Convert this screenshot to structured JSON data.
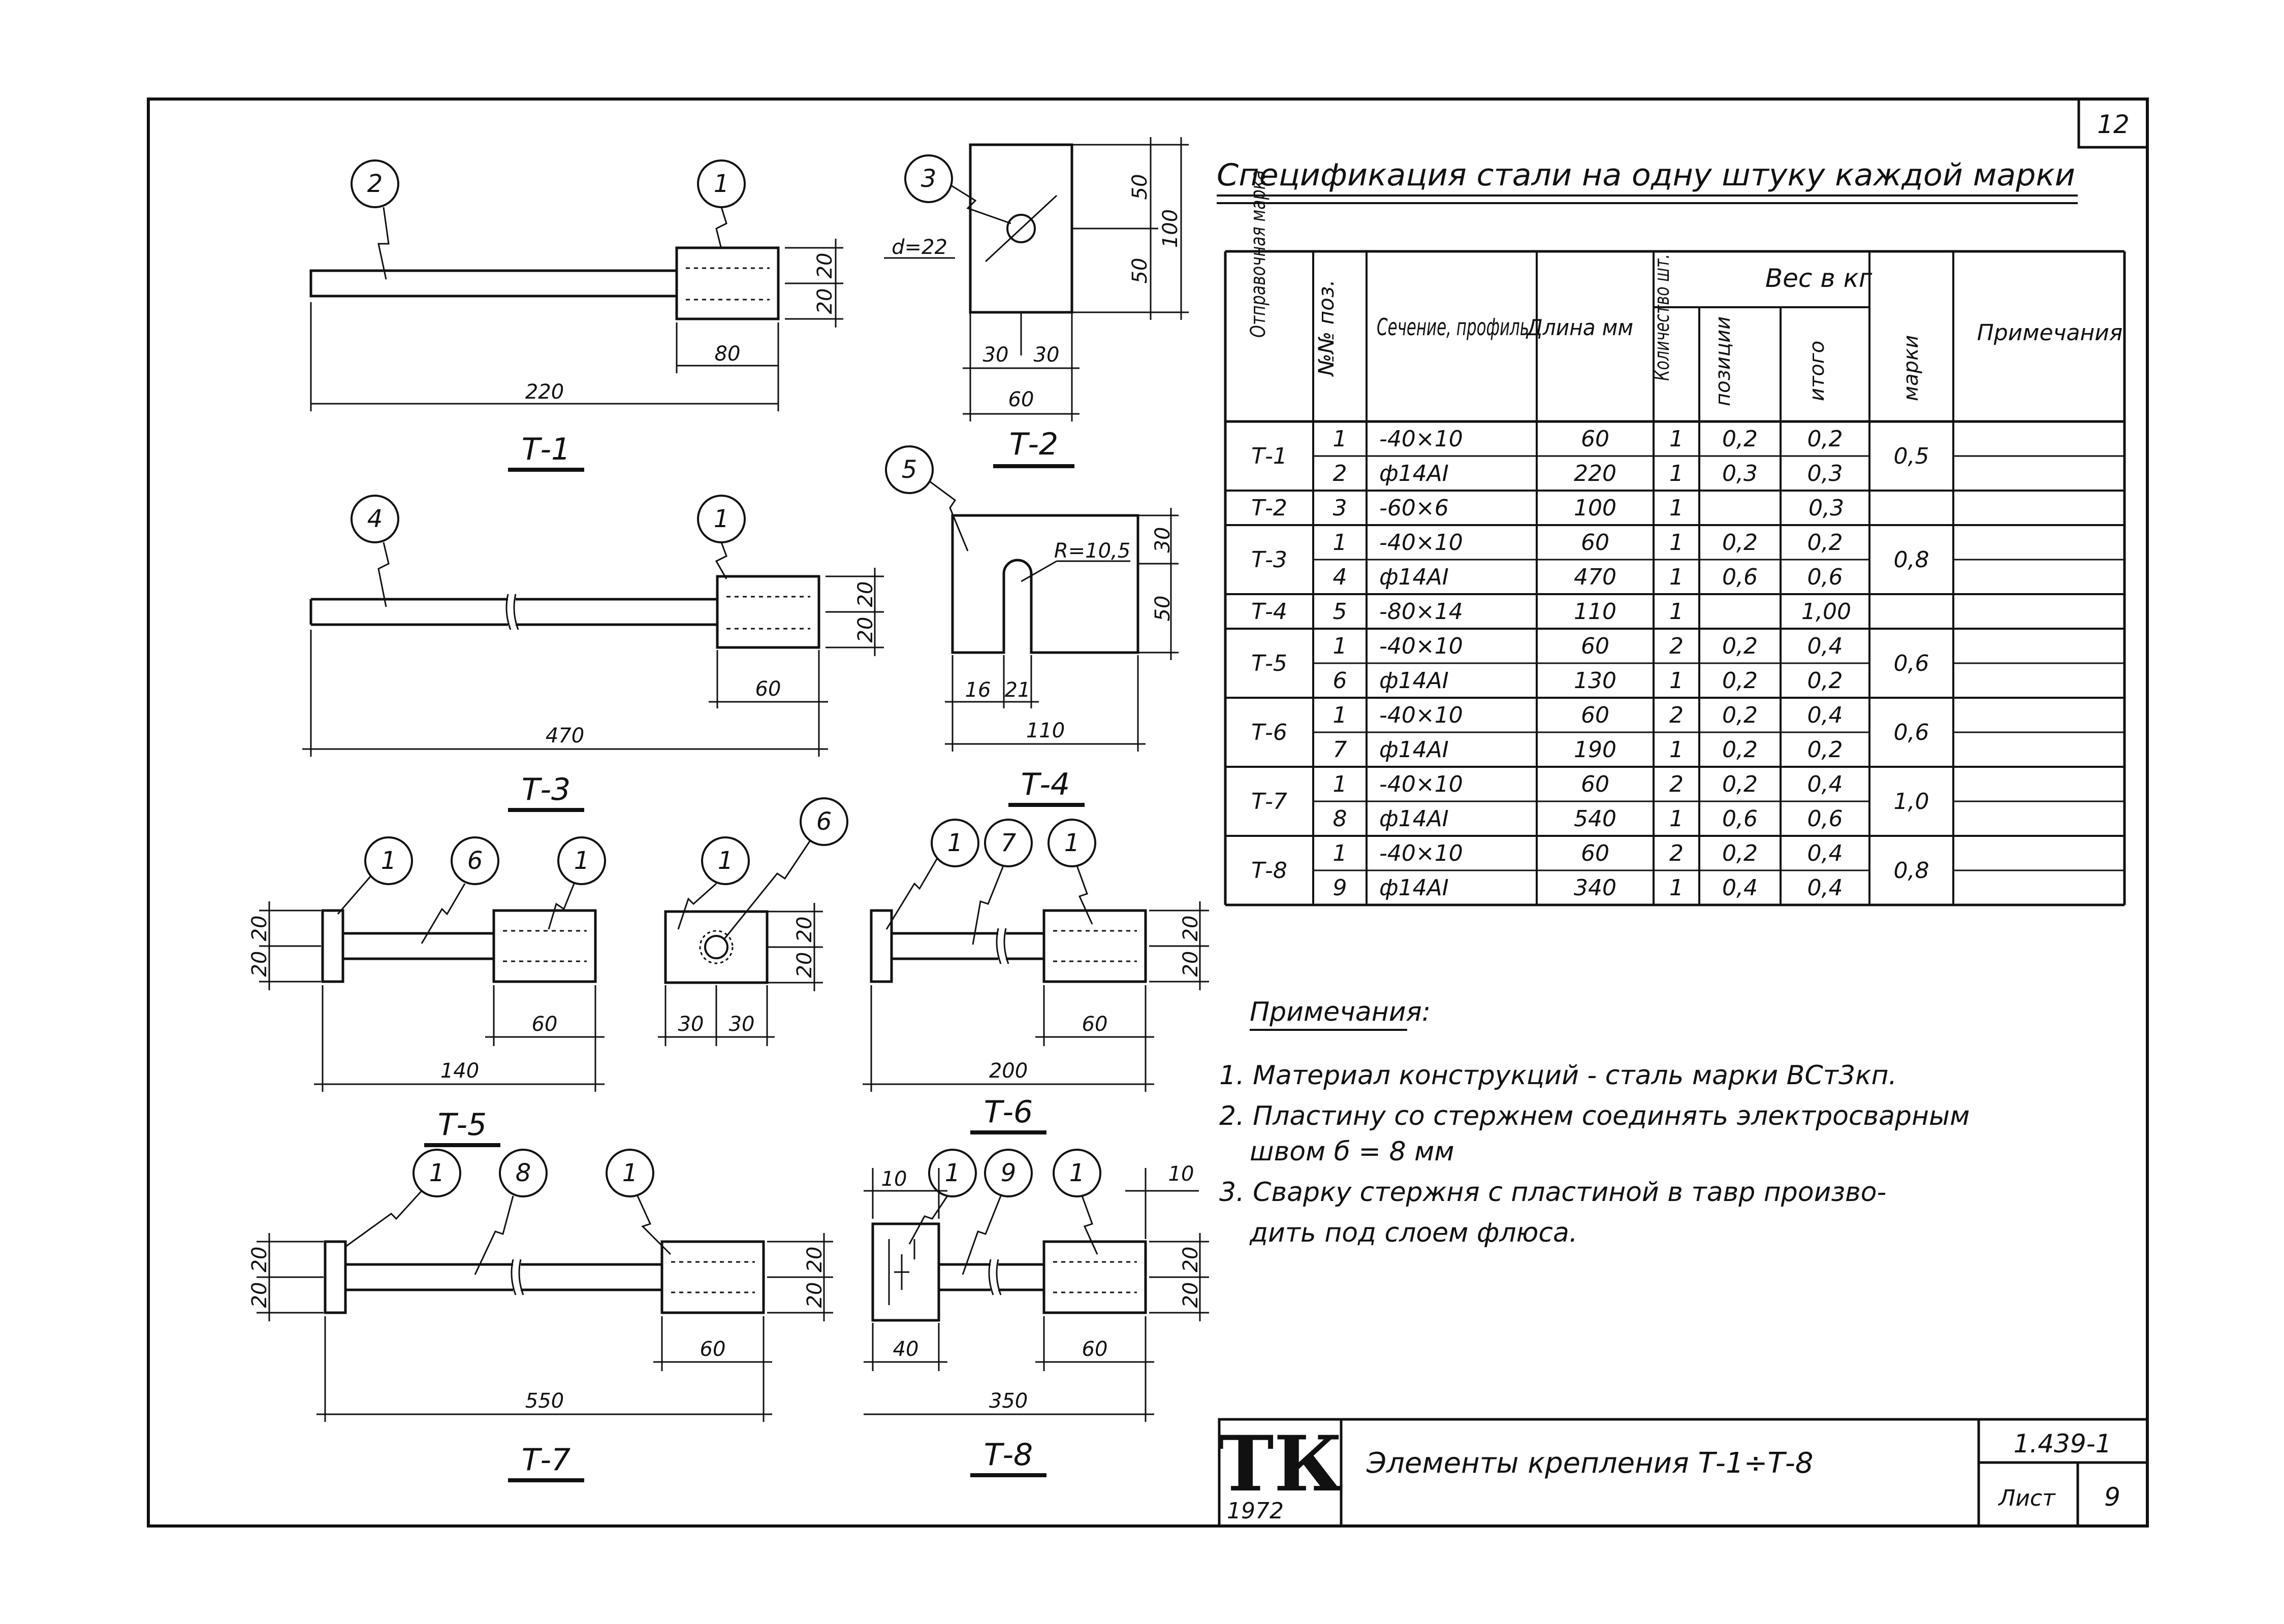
{
  "sheet": {
    "number": "12",
    "series": "1.439-1",
    "list_label": "Лист",
    "list_number": "9",
    "logo": "ТК",
    "year": "1972",
    "title": "Элементы крепления Т-1÷Т-8"
  },
  "spec": {
    "title": "Спецификация стали на одну штуку каждой марки",
    "headers": {
      "mark": "Отправочная марка",
      "pos": "№№ поз.",
      "section": "Сечение, профиль",
      "length": "Длина мм",
      "qty": "Количество шт.",
      "weight": "Вес в кг",
      "w_pos": "позиции",
      "w_sum": "итого",
      "w_mark": "марки",
      "notes": "Примечания"
    },
    "groups": [
      {
        "mark": "Т-1",
        "total": "0,5",
        "rows": [
          {
            "pos": "1",
            "section": "-40×10",
            "length": "60",
            "qty": "1",
            "wpos": "0,2",
            "wsum": "0,2"
          },
          {
            "pos": "2",
            "section": "ф14АI",
            "length": "220",
            "qty": "1",
            "wpos": "0,3",
            "wsum": "0,3"
          }
        ]
      },
      {
        "mark": "Т-2",
        "total": "0,3",
        "merged": true,
        "rows": [
          {
            "pos": "3",
            "section": "-60×6",
            "length": "100",
            "qty": "1"
          }
        ]
      },
      {
        "mark": "Т-3",
        "total": "0,8",
        "rows": [
          {
            "pos": "1",
            "section": "-40×10",
            "length": "60",
            "qty": "1",
            "wpos": "0,2",
            "wsum": "0,2"
          },
          {
            "pos": "4",
            "section": "ф14АI",
            "length": "470",
            "qty": "1",
            "wpos": "0,6",
            "wsum": "0,6"
          }
        ]
      },
      {
        "mark": "Т-4",
        "total": "1,00",
        "merged": true,
        "rows": [
          {
            "pos": "5",
            "section": "-80×14",
            "length": "110",
            "qty": "1"
          }
        ]
      },
      {
        "mark": "Т-5",
        "total": "0,6",
        "rows": [
          {
            "pos": "1",
            "section": "-40×10",
            "length": "60",
            "qty": "2",
            "wpos": "0,2",
            "wsum": "0,4"
          },
          {
            "pos": "6",
            "section": "ф14АI",
            "length": "130",
            "qty": "1",
            "wpos": "0,2",
            "wsum": "0,2"
          }
        ]
      },
      {
        "mark": "Т-6",
        "total": "0,6",
        "rows": [
          {
            "pos": "1",
            "section": "-40×10",
            "length": "60",
            "qty": "2",
            "wpos": "0,2",
            "wsum": "0,4"
          },
          {
            "pos": "7",
            "section": "ф14АI",
            "length": "190",
            "qty": "1",
            "wpos": "0,2",
            "wsum": "0,2"
          }
        ]
      },
      {
        "mark": "Т-7",
        "total": "1,0",
        "rows": [
          {
            "pos": "1",
            "section": "-40×10",
            "length": "60",
            "qty": "2",
            "wpos": "0,2",
            "wsum": "0,4"
          },
          {
            "pos": "8",
            "section": "ф14АI",
            "length": "540",
            "qty": "1",
            "wpos": "0,6",
            "wsum": "0,6"
          }
        ]
      },
      {
        "mark": "Т-8",
        "total": "0,8",
        "rows": [
          {
            "pos": "1",
            "section": "-40×10",
            "length": "60",
            "qty": "2",
            "wpos": "0,2",
            "wsum": "0,4"
          },
          {
            "pos": "9",
            "section": "ф14АI",
            "length": "340",
            "qty": "1",
            "wpos": "0,4",
            "wsum": "0,4"
          }
        ]
      }
    ]
  },
  "notes": {
    "heading": "Примечания:",
    "items": [
      "1. Материал конструкций - сталь марки ВСт3кп.",
      "2. Пластину со стержнем соединять электросварным",
      "швом б = 8 мм",
      "3. Сварку стержня с пластиной в тавр произво-",
      "дить под слоем флюса."
    ]
  },
  "drawings": {
    "t1": {
      "label": "Т-1",
      "callouts": [
        "2",
        "1"
      ],
      "dims": [
        "20",
        "20",
        "80",
        "220"
      ]
    },
    "t2": {
      "label": "Т-2",
      "callouts": [
        "3"
      ],
      "dims": [
        "d=22",
        "50",
        "50",
        "100",
        "30",
        "30",
        "60"
      ]
    },
    "t3": {
      "label": "Т-3",
      "callouts": [
        "4",
        "1"
      ],
      "dims": [
        "20",
        "20",
        "60",
        "470"
      ]
    },
    "t4": {
      "label": "Т-4",
      "callouts": [
        "5"
      ],
      "dims": [
        "R=10,5",
        "30",
        "50",
        "16",
        "21",
        "110"
      ]
    },
    "t5": {
      "label": "Т-5",
      "callouts": [
        "1",
        "6",
        "1"
      ],
      "dims": [
        "20",
        "20",
        "60",
        "140"
      ]
    },
    "t5s": {
      "callouts": [
        "1",
        "6"
      ],
      "dims": [
        "20",
        "20",
        "30",
        "30"
      ]
    },
    "t6": {
      "label": "Т-6",
      "callouts": [
        "1",
        "7",
        "1"
      ],
      "dims": [
        "20",
        "20",
        "60",
        "200"
      ]
    },
    "t7": {
      "label": "Т-7",
      "callouts": [
        "1",
        "8",
        "1"
      ],
      "dims": [
        "20",
        "20",
        "20",
        "20",
        "60",
        "550"
      ]
    },
    "t8": {
      "label": "Т-8",
      "callouts": [
        "1",
        "9",
        "1"
      ],
      "dims": [
        "10",
        "10",
        "20",
        "20",
        "40",
        "60",
        "350"
      ]
    }
  }
}
